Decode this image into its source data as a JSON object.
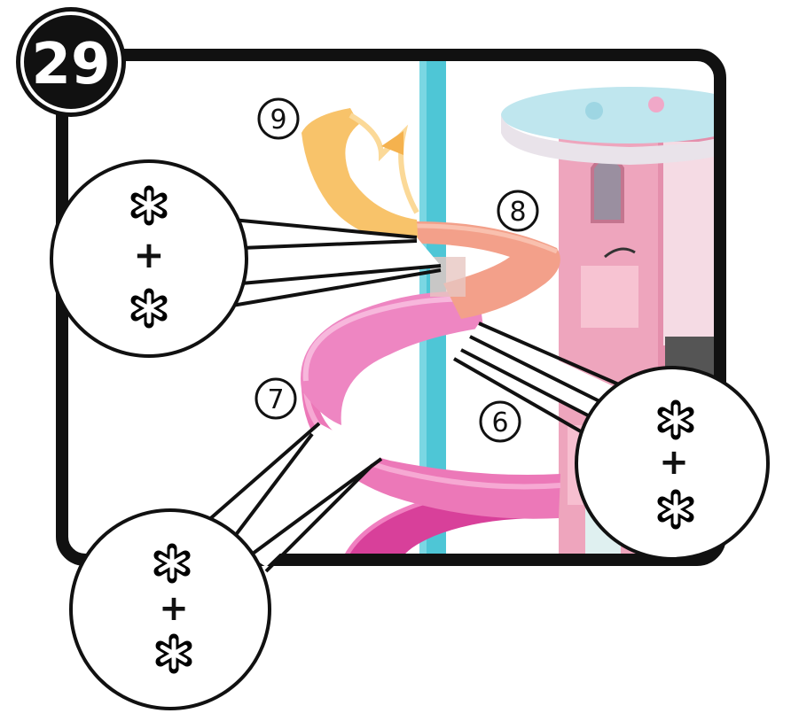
{
  "step": {
    "number": "29"
  },
  "parts": [
    {
      "label": "9"
    },
    {
      "label": "8"
    },
    {
      "label": "7"
    },
    {
      "label": "6"
    }
  ],
  "callouts": [
    {
      "top_icon": "snap-clip-icon",
      "plus": "+",
      "bottom_icon": "snap-clip-icon"
    },
    {
      "top_icon": "snap-clip-icon",
      "plus": "+",
      "bottom_icon": "snap-clip-icon"
    },
    {
      "top_icon": "snap-clip-icon",
      "plus": "+",
      "bottom_icon": "snap-clip-icon"
    }
  ],
  "colors": {
    "frame": "#111111",
    "pole": "#4ec6d6",
    "slide_yellow": "#f8c36a",
    "slide_orange": "#f3a08a",
    "slide_pink": "#ec78b8",
    "slide_magenta": "#d8409a",
    "house_pink": "#eea5bd",
    "house_roof": "#bfe6ee"
  }
}
